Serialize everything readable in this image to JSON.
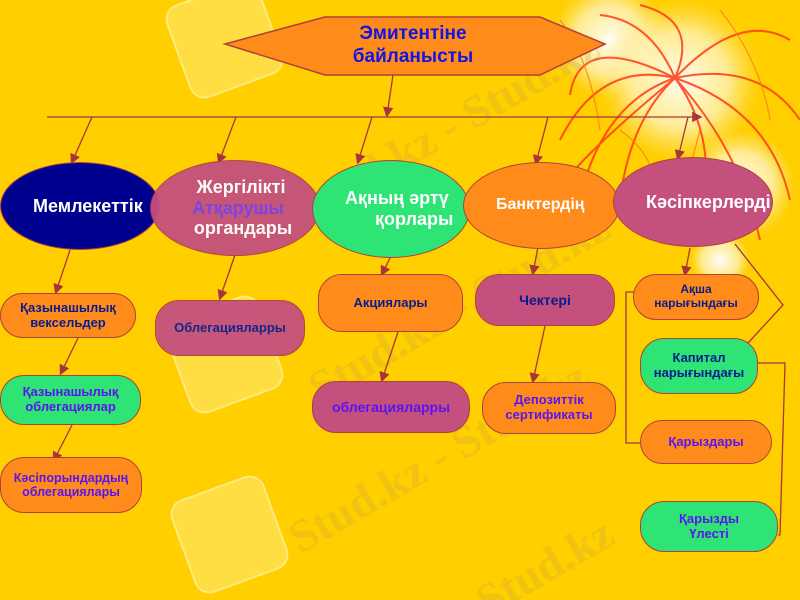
{
  "diagram": {
    "root": {
      "line1": "Эмитентіне",
      "line2": "байланысты"
    },
    "categories": [
      {
        "id": "state",
        "label": "Мемлекеттік"
      },
      {
        "id": "local",
        "line1": "Жергілікті",
        "line2": "Атқарушы",
        "line3": "органдары"
      },
      {
        "id": "funds",
        "line1": "Ақның әртү",
        "line2": "қорлары"
      },
      {
        "id": "banks",
        "label": "Банктердің"
      },
      {
        "id": "entrepreneurs",
        "label": "Кәсіпкерлерді"
      }
    ],
    "state_items": [
      {
        "line1": "Қазынашылық",
        "line2": "вексельдер"
      },
      {
        "line1": "Қазынашылық",
        "line2": "облегациялар"
      },
      {
        "line1": "Кәсіпорындардың",
        "line2": "облегациялары"
      }
    ],
    "local_items": [
      {
        "label": "Облегацияларры"
      }
    ],
    "funds_items": [
      {
        "label": "Акциялары"
      },
      {
        "label": "облегацияларры"
      }
    ],
    "bank_items": [
      {
        "label": "Чектері"
      },
      {
        "line1": "Депозиттік",
        "line2": "сертификаты"
      }
    ],
    "entrepreneur_items": [
      {
        "line1": "Ақша",
        "line2": "нарығындағы"
      },
      {
        "line1": "Капитал",
        "line2": "нарығындағы"
      },
      {
        "label": "Қарыздары"
      },
      {
        "line1": "Қарызды",
        "line2": "Үлесті"
      }
    ]
  },
  "watermarks": {
    "text1": "Stud.kz - Stud.kz",
    "text2": "Stud.kz - Stud.kz",
    "text3": "Stud.kz - Stud.kz",
    "text4": "Stud.kz"
  },
  "colors": {
    "background": "#FFCF00",
    "orange": "#FF8C1A",
    "green": "#2EE474",
    "mauve": "#C4507E",
    "navy": "#00008F",
    "connector": "#A8343C"
  }
}
